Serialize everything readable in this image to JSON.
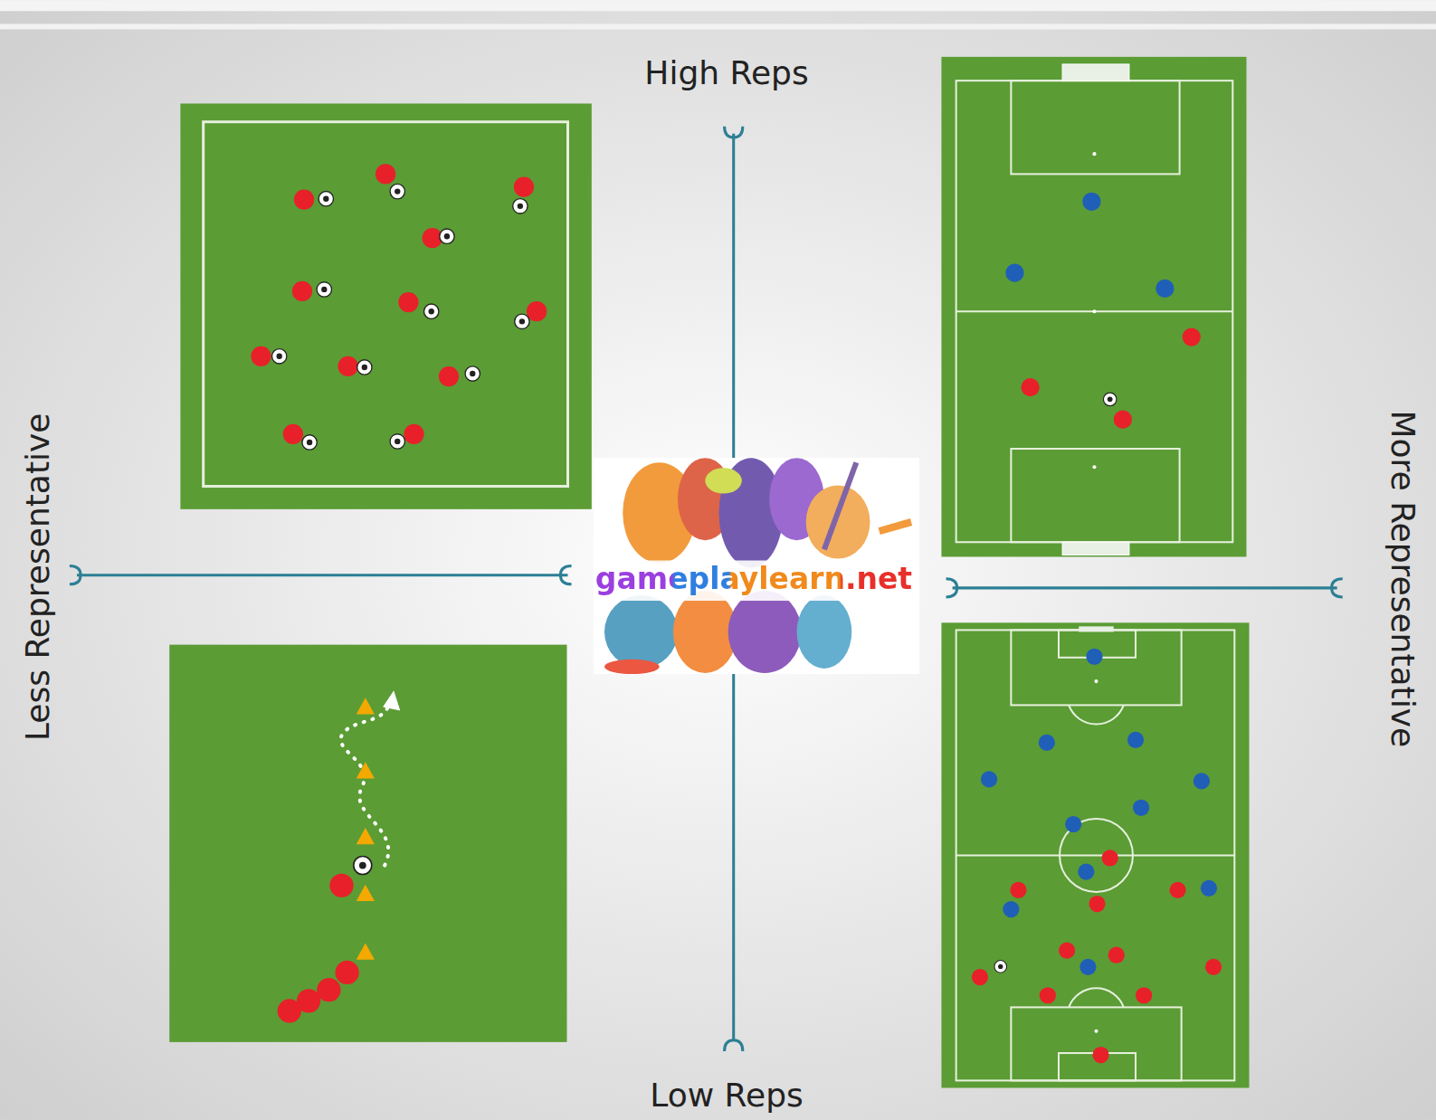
{
  "diagram": {
    "labels": [
      "High Reps",
      "Low Reps",
      "Less Representative",
      "More Representative",
      "gameplaylearn.net"
    ]
  }
}
